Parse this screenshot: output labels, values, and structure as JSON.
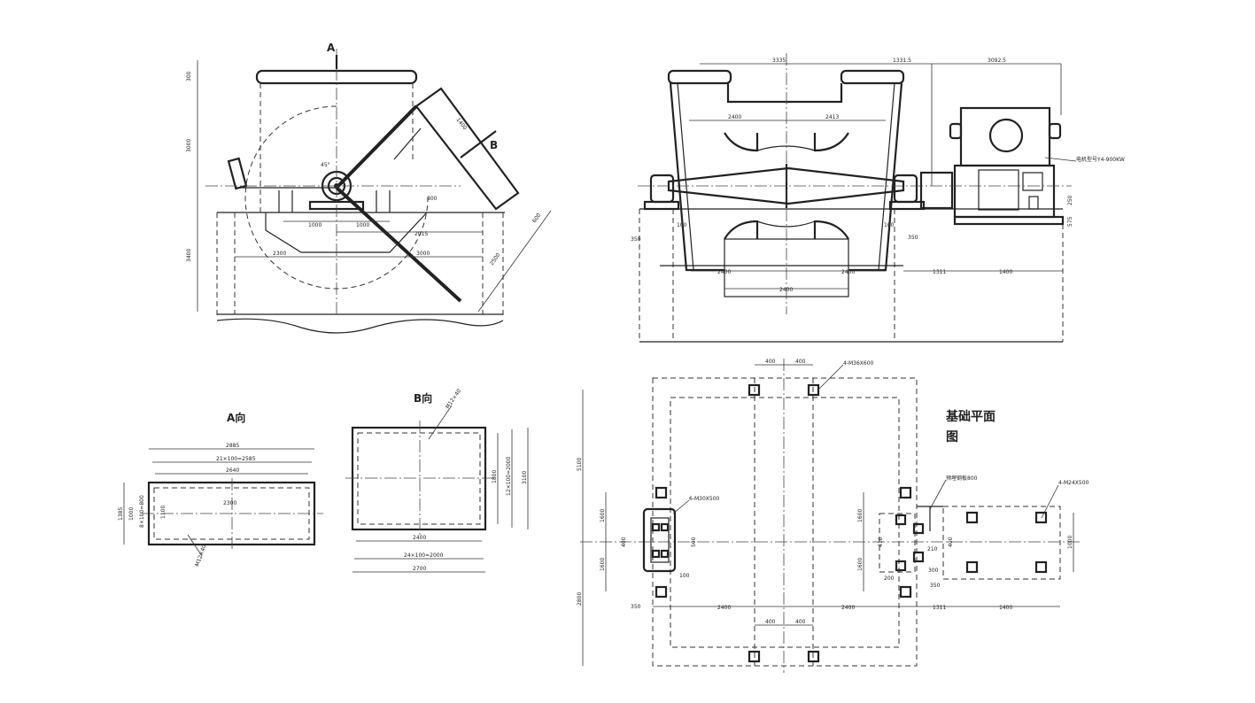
{
  "labels": {
    "view_a_arrow": "A",
    "view_b_arrow": "B",
    "view_a": "A向",
    "view_b": "B向",
    "foundation_line1": "基础平面",
    "foundation_line2": "图",
    "motor_note": "电机型号Y4-900KW"
  },
  "dims": {
    "fv_300_top": "300",
    "fv_3000": "3000",
    "fv_3400": "3400",
    "fv_1000a": "1000",
    "fv_1000b": "1000",
    "fv_2015": "2015",
    "fv_2300": "2300",
    "fv_3000b": "3000",
    "fv_1400": "1400",
    "fv_800": "800",
    "fv_2500": "2500",
    "fv_angle": "45°",
    "fv_600": "600",
    "sv_3335": "3335",
    "sv_1331": "1331.5",
    "sv_3092": "3092.5",
    "sv_2400a": "2400",
    "sv_2413": "2413",
    "sv_2400b": "2400",
    "sv_2400c": "2400",
    "sv_2400d": "2400",
    "sv_1311": "1311",
    "sv_1400": "1400",
    "sv_350a": "350",
    "sv_350b": "350",
    "sv_100a": "100",
    "sv_100b": "100",
    "sv_250": "250",
    "sv_575": "575",
    "a_2885": "2885",
    "a_21x": "21×100=2585",
    "a_2640": "2640",
    "a_2300": "2300",
    "a_1385": "1385",
    "a_1000": "1000",
    "a_8x": "8×100=800",
    "a_1100": "1100",
    "a_bolt": "M12×40",
    "b_2400": "2400",
    "b_24x": "24×100=2000",
    "b_2700": "2700",
    "b_1800": "1800",
    "b_12x": "12×100=2000",
    "b_3100": "3100",
    "b_bolt": "M12×40",
    "fp_400a": "400",
    "fp_400b": "400",
    "fp_400c": "400",
    "fp_400d": "400",
    "fp_bolt4": "4-M36X600",
    "fp_bolt6": "6-M30X500",
    "fp_bolt4b": "4-M24X500",
    "fp_1600a": "1600",
    "fp_1600b": "1600",
    "fp_1600c": "1600",
    "fp_1600d": "1600",
    "fp_5100": "5100",
    "fp_2800": "2800",
    "fp_400e": "400",
    "fp_100": "100",
    "fp_350": "350",
    "fp_2400a": "2400",
    "fp_2400b": "2400",
    "fp_1311": "1311",
    "fp_1400": "1400",
    "fp_410": "410",
    "fp_500": "500",
    "fp_200": "200",
    "fp_1000": "1000",
    "fp_300": "300",
    "fp_210": "210",
    "fp_note": "预埋钢板800"
  }
}
